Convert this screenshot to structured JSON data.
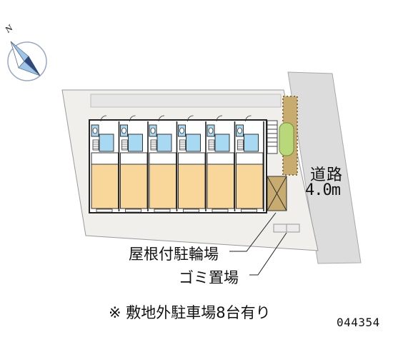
{
  "compass": {
    "north_label": "N",
    "icon": "north-arrow-icon"
  },
  "road": {
    "name": "道路",
    "width": "4.0m",
    "color": "#dcdcdc"
  },
  "labels": {
    "bike_parking": "屋根付駐輪場",
    "trash": "ゴミ置場",
    "note": "※ 敷地外駐車場8台有り"
  },
  "map_id": "044354",
  "units": {
    "count": 6,
    "accent": "#f9d79b",
    "bath": "#a7d9f2"
  },
  "colors": {
    "site": "#f1efec",
    "parking_strip": "#e6e6e6",
    "road": "#dcdcdc",
    "hedge": "#b8d87a",
    "paving": "#c8ab6e"
  }
}
